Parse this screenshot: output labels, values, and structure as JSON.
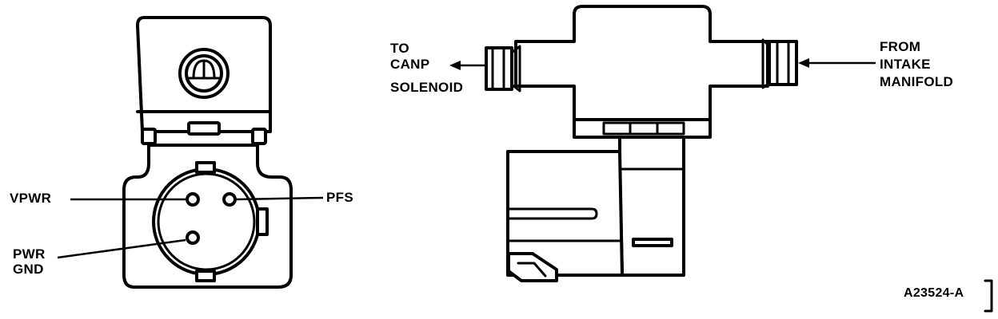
{
  "labels": {
    "vpwr": "VPWR",
    "pfs": "PFS",
    "pwr": "PWR",
    "gnd": "GND",
    "to": "TO",
    "canp": "CANP",
    "solenoid": "SOLENOID",
    "from": "FROM",
    "intake": "INTAKE",
    "manifold": "MANIFOLD",
    "figure_id": "A23524-A"
  },
  "colors": {
    "ink": "#000000",
    "paper": "#ffffff"
  }
}
